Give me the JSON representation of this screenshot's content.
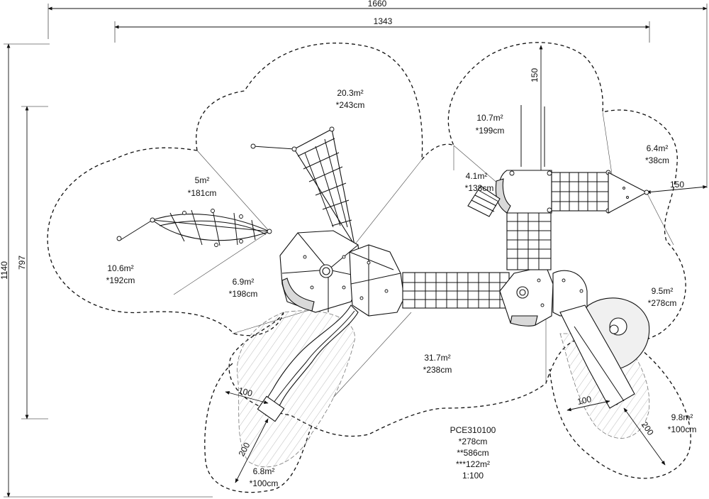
{
  "dimensions": {
    "overall_width": "1660",
    "inner_width": "1343",
    "overall_depth": "1140",
    "inner_depth": "797",
    "top_offset": "150",
    "right_offset": "150",
    "slide_left_width": "100",
    "slide_left_length": "200",
    "slide_right_width": "100",
    "slide_right_length": "200"
  },
  "zones": [
    {
      "area": "20.3m²",
      "height": "*243cm"
    },
    {
      "area": "5m²",
      "height": "*181cm"
    },
    {
      "area": "10.6m²",
      "height": "*192cm"
    },
    {
      "area": "6.9m²",
      "height": "*198cm"
    },
    {
      "area": "10.7m²",
      "height": "*199cm"
    },
    {
      "area": "4.1m²",
      "height": "*138cm"
    },
    {
      "area": "6.4m²",
      "height": "*38cm"
    },
    {
      "area": "9.5m²",
      "height": "*278cm"
    },
    {
      "area": "31.7m²",
      "height": "*238cm"
    },
    {
      "area": "9.8m²",
      "height": "*100cm"
    },
    {
      "area": "6.8m²",
      "height": "*100cm"
    }
  ],
  "info": {
    "code": "PCE310100",
    "line1": "*278cm",
    "line2": "**586cm",
    "line3": "***122m²",
    "scale": "1:100"
  },
  "colors": {
    "line": "#111111",
    "fill_grey": "#d9d9d9",
    "background": "#ffffff"
  }
}
